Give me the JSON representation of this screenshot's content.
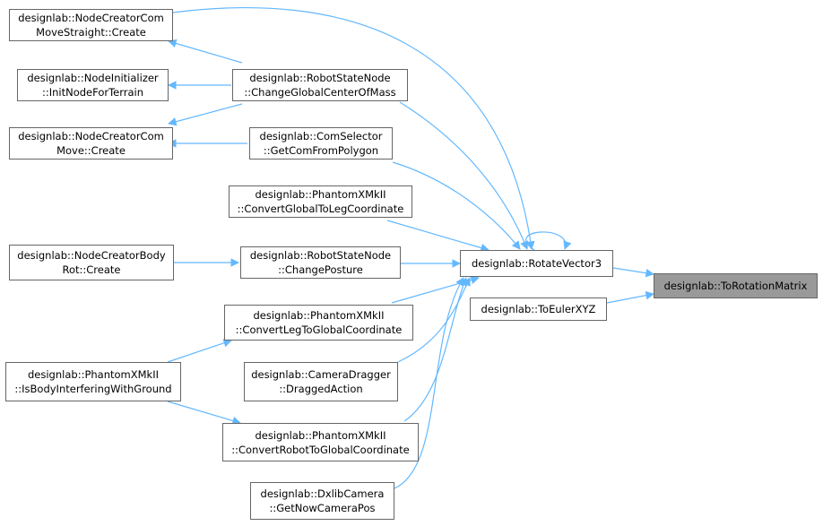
{
  "colors": {
    "edge": "#63b8ff",
    "node_border": "#666666",
    "highlight_fill": "#999999"
  },
  "nodes": {
    "n1": {
      "line1": "designlab::NodeCreatorCom",
      "line2": "MoveStraight::Create"
    },
    "n2": {
      "line1": "designlab::NodeInitializer",
      "line2": "::InitNodeForTerrain"
    },
    "n3": {
      "line1": "designlab::NodeCreatorCom",
      "line2": "Move::Create"
    },
    "n4": {
      "line1": "designlab::RobotStateNode",
      "line2": "::ChangeGlobalCenterOfMass"
    },
    "n5": {
      "line1": "designlab::ComSelector",
      "line2": "::GetComFromPolygon"
    },
    "n6": {
      "line1": "designlab::PhantomXMkII",
      "line2": "::ConvertGlobalToLegCoordinate"
    },
    "n7": {
      "line1": "designlab::NodeCreatorBody",
      "line2": "Rot::Create"
    },
    "n8": {
      "line1": "designlab::RobotStateNode",
      "line2": "::ChangePosture"
    },
    "n9": {
      "line1": "designlab::PhantomXMkII",
      "line2": "::ConvertLegToGlobalCoordinate"
    },
    "n10": {
      "line1": "designlab::PhantomXMkII",
      "line2": "::IsBodyInterferingWithGround"
    },
    "n11": {
      "line1": "designlab::CameraDragger",
      "line2": "::DraggedAction"
    },
    "n12": {
      "line1": "designlab::PhantomXMkII",
      "line2": "::ConvertRobotToGlobalCoordinate"
    },
    "n13": {
      "line1": "designlab::DxlibCamera",
      "line2": "::GetNowCameraPos"
    },
    "n14": {
      "line1": "designlab::RotateVector3"
    },
    "n15": {
      "line1": "designlab::ToEulerXYZ"
    },
    "n16": {
      "line1": "designlab::ToRotationMatrix"
    }
  }
}
